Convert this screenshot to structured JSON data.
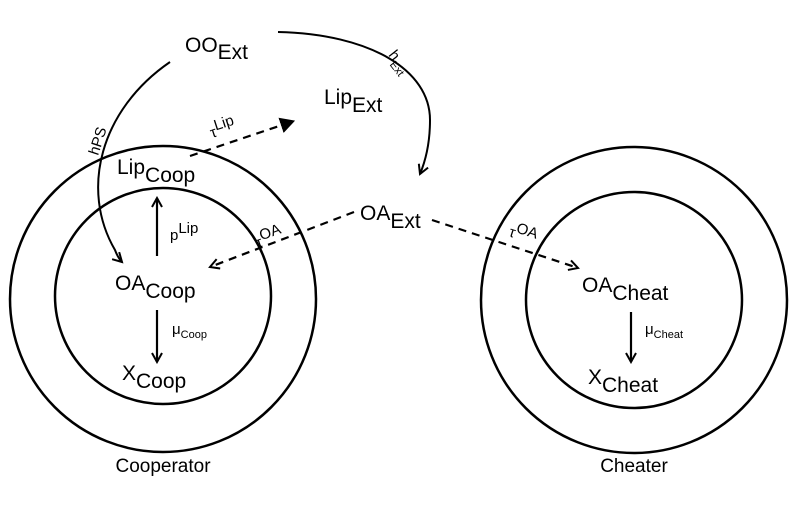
{
  "cells": [
    {
      "label": "Cooperator"
    },
    {
      "label": "Cheater"
    }
  ],
  "species": {
    "oo_ext": {
      "base": "OO",
      "sub": "Ext"
    },
    "lip_ext": {
      "base": "Lip",
      "sub": "Ext"
    },
    "oa_ext": {
      "base": "OA",
      "sub": "Ext"
    },
    "lip_coop": {
      "base": "Lip",
      "sub": "Coop"
    },
    "oa_coop": {
      "base": "OA",
      "sub": "Coop"
    },
    "x_coop": {
      "base": "X",
      "sub": "Coop"
    },
    "oa_cheat": {
      "base": "OA",
      "sub": "Cheat"
    },
    "x_cheat": {
      "base": "X",
      "sub": "Cheat"
    }
  },
  "rates": {
    "h_ps": "hPS",
    "h_ext": {
      "base": "h",
      "sub": "Ext"
    },
    "tau_lip": {
      "sym": "τ",
      "sup": "Lip"
    },
    "p_lip": {
      "base": "p",
      "sup": "Lip"
    },
    "tau_oa_coop": {
      "sym": "τ",
      "sup": "OA"
    },
    "tau_oa_cheat": {
      "sym": "τ",
      "sup": "OA"
    },
    "mu_coop": {
      "sym": "μ",
      "sub": "Coop"
    },
    "mu_cheat": {
      "sym": "μ",
      "sub": "Cheat"
    }
  }
}
